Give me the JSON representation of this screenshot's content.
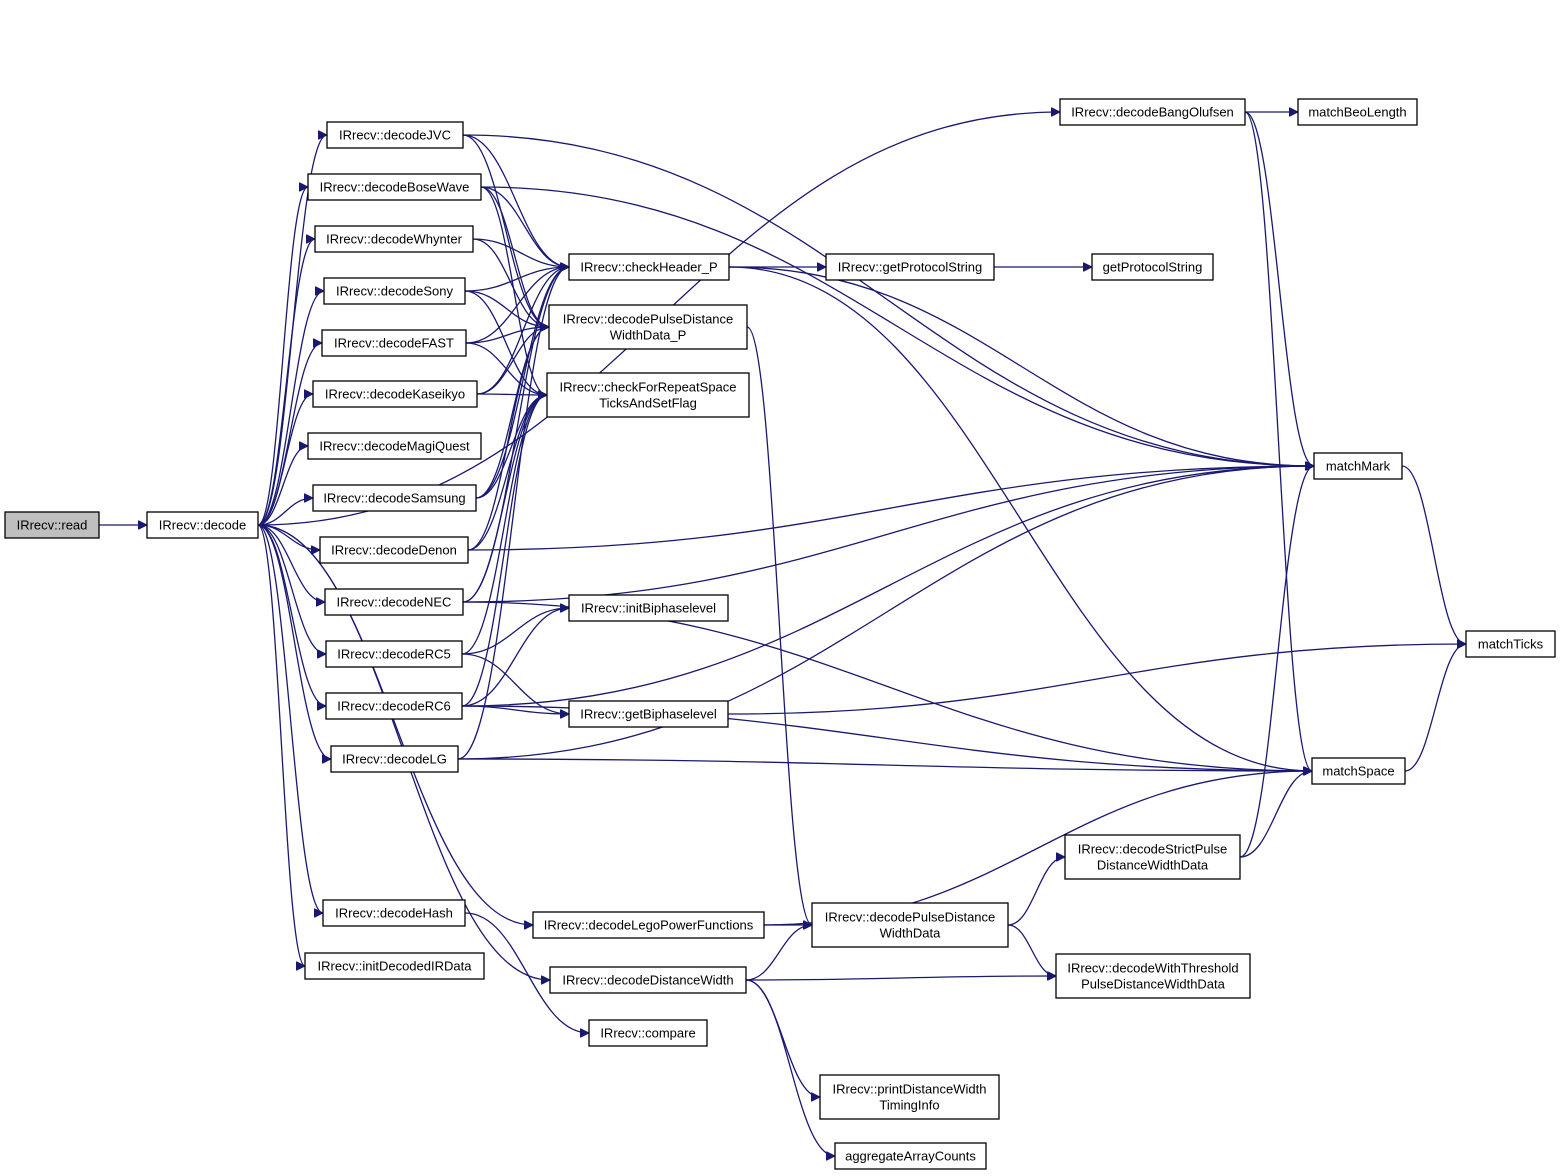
{
  "colors": {
    "edge": "#191970",
    "root_fill": "#bfbfbf",
    "node_fill": "#ffffff",
    "border": "#000000"
  },
  "nodes": [
    {
      "id": "read",
      "lines": [
        "IRrecv::read"
      ]
    },
    {
      "id": "decode",
      "lines": [
        "IRrecv::decode"
      ]
    },
    {
      "id": "decodeJVC",
      "lines": [
        "IRrecv::decodeJVC"
      ]
    },
    {
      "id": "decodeBoseWave",
      "lines": [
        "IRrecv::decodeBoseWave"
      ]
    },
    {
      "id": "decodeWhynter",
      "lines": [
        "IRrecv::decodeWhynter"
      ]
    },
    {
      "id": "decodeSony",
      "lines": [
        "IRrecv::decodeSony"
      ]
    },
    {
      "id": "decodeFAST",
      "lines": [
        "IRrecv::decodeFAST"
      ]
    },
    {
      "id": "decodeKaseikyo",
      "lines": [
        "IRrecv::decodeKaseikyo"
      ]
    },
    {
      "id": "decodeMagiQuest",
      "lines": [
        "IRrecv::decodeMagiQuest"
      ]
    },
    {
      "id": "decodeSamsung",
      "lines": [
        "IRrecv::decodeSamsung"
      ]
    },
    {
      "id": "decodeDenon",
      "lines": [
        "IRrecv::decodeDenon"
      ]
    },
    {
      "id": "decodeNEC",
      "lines": [
        "IRrecv::decodeNEC"
      ]
    },
    {
      "id": "decodeRC5",
      "lines": [
        "IRrecv::decodeRC5"
      ]
    },
    {
      "id": "decodeRC6",
      "lines": [
        "IRrecv::decodeRC6"
      ]
    },
    {
      "id": "decodeLG",
      "lines": [
        "IRrecv::decodeLG"
      ]
    },
    {
      "id": "decodeHash",
      "lines": [
        "IRrecv::decodeHash"
      ]
    },
    {
      "id": "initDecodedIRData",
      "lines": [
        "IRrecv::initDecodedIRData"
      ]
    },
    {
      "id": "decodeLegoPowerFunctions",
      "lines": [
        "IRrecv::decodeLegoPowerFunctions"
      ]
    },
    {
      "id": "decodeDistanceWidth",
      "lines": [
        "IRrecv::decodeDistanceWidth"
      ]
    },
    {
      "id": "compare",
      "lines": [
        "IRrecv::compare"
      ]
    },
    {
      "id": "checkHeader_P",
      "lines": [
        "IRrecv::checkHeader_P"
      ]
    },
    {
      "id": "decodePulseDistanceWidthData_P",
      "lines": [
        "IRrecv::decodePulseDistance",
        "WidthData_P"
      ]
    },
    {
      "id": "checkForRepeatSpaceTicksAndSetFlag",
      "lines": [
        "IRrecv::checkForRepeatSpace",
        "TicksAndSetFlag"
      ]
    },
    {
      "id": "initBiphaselevel",
      "lines": [
        "IRrecv::initBiphaselevel"
      ]
    },
    {
      "id": "getBiphaselevel",
      "lines": [
        "IRrecv::getBiphaselevel"
      ]
    },
    {
      "id": "getProtocolString_m",
      "lines": [
        "IRrecv::getProtocolString"
      ]
    },
    {
      "id": "getProtocolString",
      "lines": [
        "getProtocolString"
      ]
    },
    {
      "id": "decodeBangOlufsen",
      "lines": [
        "IRrecv::decodeBangOlufsen"
      ]
    },
    {
      "id": "matchBeoLength",
      "lines": [
        "matchBeoLength"
      ]
    },
    {
      "id": "matchMark",
      "lines": [
        "matchMark"
      ]
    },
    {
      "id": "matchTicks",
      "lines": [
        "matchTicks"
      ]
    },
    {
      "id": "matchSpace",
      "lines": [
        "matchSpace"
      ]
    },
    {
      "id": "decodeStrictPulseDistanceWidthData",
      "lines": [
        "IRrecv::decodeStrictPulse",
        "DistanceWidthData"
      ]
    },
    {
      "id": "decodePulseDistanceWidthData",
      "lines": [
        "IRrecv::decodePulseDistance",
        "WidthData"
      ]
    },
    {
      "id": "decodeWithThresholdPulseDistanceWidthData",
      "lines": [
        "IRrecv::decodeWithThreshold",
        "PulseDistanceWidthData"
      ]
    },
    {
      "id": "printDistanceWidthTimingInfo",
      "lines": [
        "IRrecv::printDistanceWidth",
        "TimingInfo"
      ]
    },
    {
      "id": "aggregateArrayCounts",
      "lines": [
        "aggregateArrayCounts"
      ]
    }
  ],
  "edges": [
    [
      "read",
      "decode"
    ],
    [
      "decode",
      "decodeJVC"
    ],
    [
      "decode",
      "decodeBoseWave"
    ],
    [
      "decode",
      "decodeWhynter"
    ],
    [
      "decode",
      "decodeSony"
    ],
    [
      "decode",
      "decodeFAST"
    ],
    [
      "decode",
      "decodeKaseikyo"
    ],
    [
      "decode",
      "decodeMagiQuest"
    ],
    [
      "decode",
      "decodeSamsung"
    ],
    [
      "decode",
      "decodeDenon"
    ],
    [
      "decode",
      "decodeNEC"
    ],
    [
      "decode",
      "decodeRC5"
    ],
    [
      "decode",
      "decodeRC6"
    ],
    [
      "decode",
      "decodeLG"
    ],
    [
      "decode",
      "decodeHash"
    ],
    [
      "decode",
      "initDecodedIRData"
    ],
    [
      "decode",
      "decodeLegoPowerFunctions"
    ],
    [
      "decode",
      "decodeDistanceWidth"
    ],
    [
      "decode",
      "decodeBangOlufsen"
    ],
    [
      "decodeJVC",
      "checkHeader_P"
    ],
    [
      "decodeJVC",
      "decodePulseDistanceWidthData_P"
    ],
    [
      "decodeJVC",
      "matchMark"
    ],
    [
      "decodeBoseWave",
      "decodePulseDistanceWidthData_P"
    ],
    [
      "decodeBoseWave",
      "checkForRepeatSpaceTicksAndSetFlag"
    ],
    [
      "decodeBoseWave",
      "matchMark"
    ],
    [
      "decodeBoseWave",
      "checkHeader_P"
    ],
    [
      "decodeWhynter",
      "checkHeader_P"
    ],
    [
      "decodeWhynter",
      "decodePulseDistanceWidthData_P"
    ],
    [
      "decodeSony",
      "checkHeader_P"
    ],
    [
      "decodeSony",
      "decodePulseDistanceWidthData_P"
    ],
    [
      "decodeSony",
      "checkForRepeatSpaceTicksAndSetFlag"
    ],
    [
      "decodeFAST",
      "checkHeader_P"
    ],
    [
      "decodeFAST",
      "decodePulseDistanceWidthData_P"
    ],
    [
      "decodeFAST",
      "checkForRepeatSpaceTicksAndSetFlag"
    ],
    [
      "decodeKaseikyo",
      "checkHeader_P"
    ],
    [
      "decodeKaseikyo",
      "decodePulseDistanceWidthData_P"
    ],
    [
      "decodeKaseikyo",
      "checkForRepeatSpaceTicksAndSetFlag"
    ],
    [
      "decodeSamsung",
      "checkHeader_P"
    ],
    [
      "decodeSamsung",
      "decodePulseDistanceWidthData_P"
    ],
    [
      "decodeSamsung",
      "checkForRepeatSpaceTicksAndSetFlag"
    ],
    [
      "decodeDenon",
      "decodePulseDistanceWidthData_P"
    ],
    [
      "decodeDenon",
      "checkForRepeatSpaceTicksAndSetFlag"
    ],
    [
      "decodeDenon",
      "matchMark"
    ],
    [
      "decodeNEC",
      "checkHeader_P"
    ],
    [
      "decodeNEC",
      "checkForRepeatSpaceTicksAndSetFlag"
    ],
    [
      "decodeNEC",
      "matchMark"
    ],
    [
      "decodeNEC",
      "matchSpace"
    ],
    [
      "decodeRC5",
      "initBiphaselevel"
    ],
    [
      "decodeRC5",
      "getBiphaselevel"
    ],
    [
      "decodeRC5",
      "checkForRepeatSpaceTicksAndSetFlag"
    ],
    [
      "decodeRC6",
      "initBiphaselevel"
    ],
    [
      "decodeRC6",
      "getBiphaselevel"
    ],
    [
      "decodeRC6",
      "matchMark"
    ],
    [
      "decodeRC6",
      "matchSpace"
    ],
    [
      "decodeRC6",
      "checkForRepeatSpaceTicksAndSetFlag"
    ],
    [
      "decodeLG",
      "checkHeader_P"
    ],
    [
      "decodeLG",
      "matchMark"
    ],
    [
      "decodeLG",
      "matchSpace"
    ],
    [
      "decodeHash",
      "compare"
    ],
    [
      "decodeLegoPowerFunctions",
      "decodePulseDistanceWidthData"
    ],
    [
      "decodeLegoPowerFunctions",
      "matchSpace"
    ],
    [
      "decodeDistanceWidth",
      "decodePulseDistanceWidthData"
    ],
    [
      "decodeDistanceWidth",
      "decodeWithThresholdPulseDistanceWidthData"
    ],
    [
      "decodeDistanceWidth",
      "printDistanceWidthTimingInfo"
    ],
    [
      "decodeDistanceWidth",
      "aggregateArrayCounts"
    ],
    [
      "checkHeader_P",
      "getProtocolString_m"
    ],
    [
      "checkHeader_P",
      "matchMark"
    ],
    [
      "checkHeader_P",
      "matchSpace"
    ],
    [
      "getProtocolString_m",
      "getProtocolString"
    ],
    [
      "decodePulseDistanceWidthData_P",
      "decodePulseDistanceWidthData"
    ],
    [
      "getBiphaselevel",
      "matchTicks"
    ],
    [
      "decodeBangOlufsen",
      "matchBeoLength"
    ],
    [
      "decodeBangOlufsen",
      "matchMark"
    ],
    [
      "decodeBangOlufsen",
      "matchSpace"
    ],
    [
      "matchMark",
      "matchTicks"
    ],
    [
      "matchSpace",
      "matchTicks"
    ],
    [
      "decodePulseDistanceWidthData",
      "decodeStrictPulseDistanceWidthData"
    ],
    [
      "decodePulseDistanceWidthData",
      "decodeWithThresholdPulseDistanceWidthData"
    ],
    [
      "decodeStrictPulseDistanceWidthData",
      "matchMark"
    ],
    [
      "decodeStrictPulseDistanceWidthData",
      "matchSpace"
    ]
  ]
}
